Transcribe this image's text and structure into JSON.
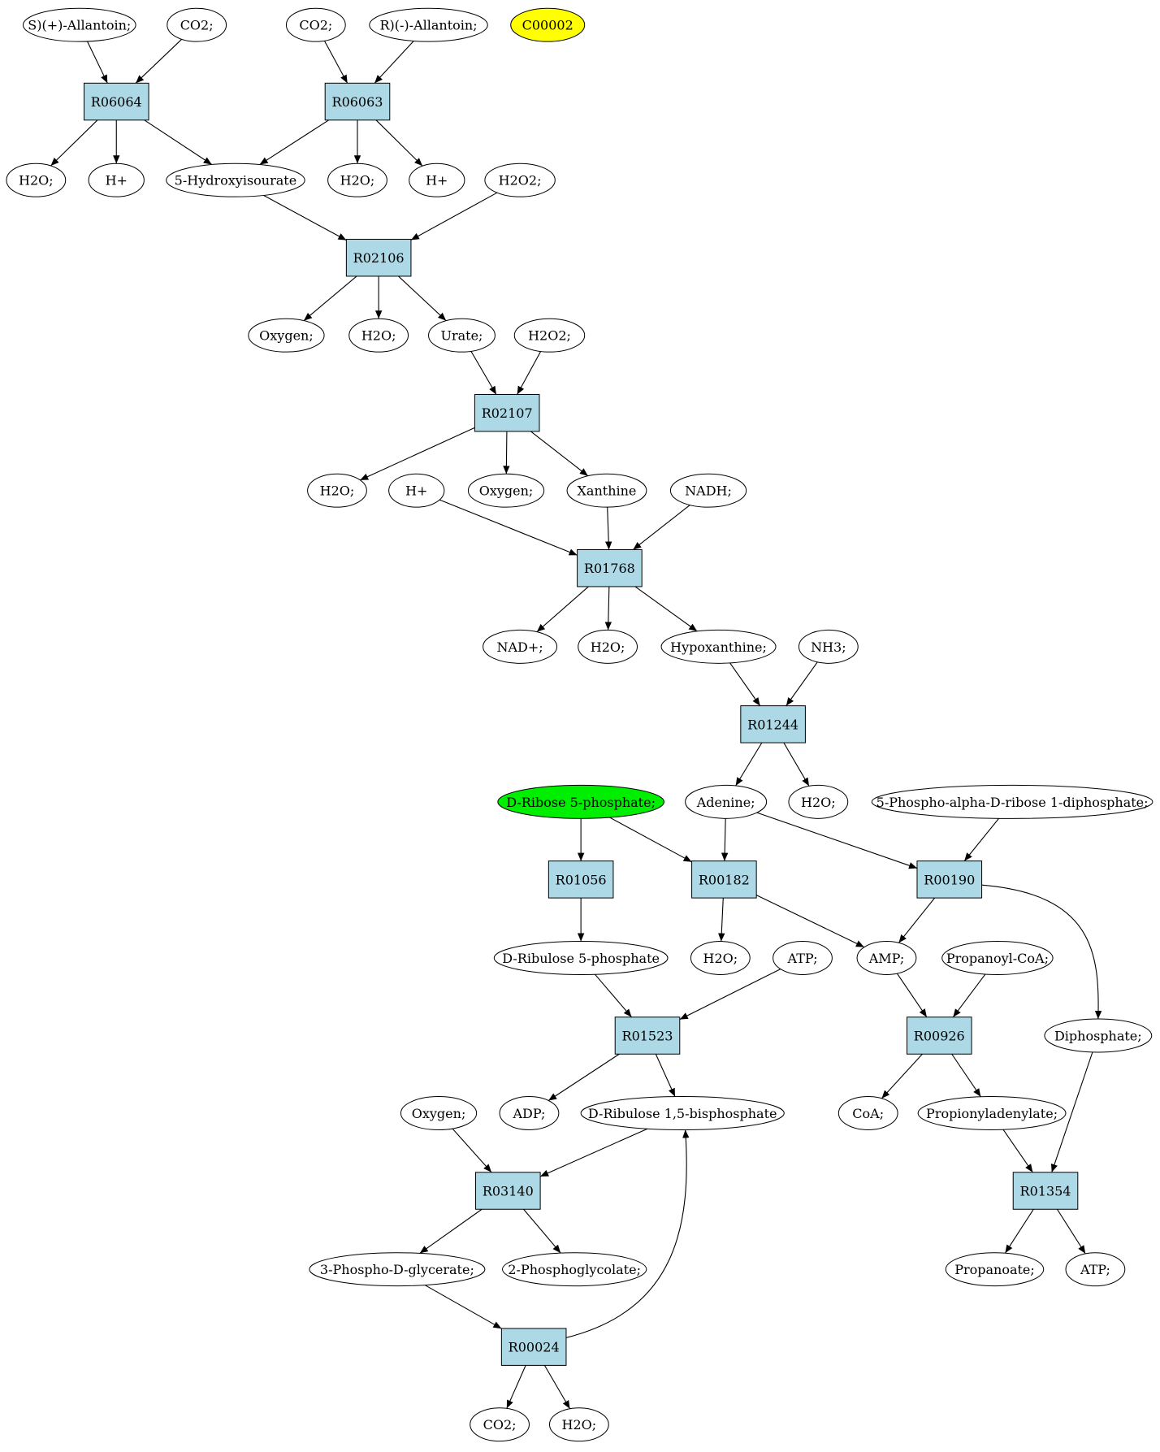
{
  "colors": {
    "reaction_fill": "#add8e6",
    "compound_fill": "#ffffff",
    "highlight_yellow": "#ffff00",
    "highlight_green": "#00ee00",
    "stroke": "#000000"
  },
  "reactions": [
    {
      "id": "r06064",
      "label": "R06064"
    },
    {
      "id": "r06063",
      "label": "R06063"
    },
    {
      "id": "r02106",
      "label": "R02106"
    },
    {
      "id": "r02107",
      "label": "R02107"
    },
    {
      "id": "r01768",
      "label": "R01768"
    },
    {
      "id": "r01244",
      "label": "R01244"
    },
    {
      "id": "r01056",
      "label": "R01056"
    },
    {
      "id": "r00182",
      "label": "R00182"
    },
    {
      "id": "r00190",
      "label": "R00190"
    },
    {
      "id": "r01523",
      "label": "R01523"
    },
    {
      "id": "r00926",
      "label": "R00926"
    },
    {
      "id": "r03140",
      "label": "R03140"
    },
    {
      "id": "r01354",
      "label": "R01354"
    },
    {
      "id": "r00024",
      "label": "R00024"
    }
  ],
  "compounds": [
    {
      "id": "s_allantoin",
      "label": "S)(+)-Allantoin;",
      "highlight": "none"
    },
    {
      "id": "co2_a",
      "label": "CO2;",
      "highlight": "none"
    },
    {
      "id": "co2_b",
      "label": "CO2;",
      "highlight": "none"
    },
    {
      "id": "r_allantoin",
      "label": "R)(-)-Allantoin;",
      "highlight": "none"
    },
    {
      "id": "c00002",
      "label": "C00002",
      "highlight": "yellow"
    },
    {
      "id": "h2o_a",
      "label": "H2O;",
      "highlight": "none"
    },
    {
      "id": "hplus_a",
      "label": "H+",
      "highlight": "none"
    },
    {
      "id": "hydroxyisourate",
      "label": "5-Hydroxyisourate",
      "highlight": "none"
    },
    {
      "id": "h2o_b",
      "label": "H2O;",
      "highlight": "none"
    },
    {
      "id": "hplus_b",
      "label": "H+",
      "highlight": "none"
    },
    {
      "id": "h2o2_a",
      "label": "H2O2;",
      "highlight": "none"
    },
    {
      "id": "oxygen_a",
      "label": "Oxygen;",
      "highlight": "none"
    },
    {
      "id": "h2o_c",
      "label": "H2O;",
      "highlight": "none"
    },
    {
      "id": "urate",
      "label": "Urate;",
      "highlight": "none"
    },
    {
      "id": "h2o2_b",
      "label": "H2O2;",
      "highlight": "none"
    },
    {
      "id": "h2o_d",
      "label": "H2O;",
      "highlight": "none"
    },
    {
      "id": "hplus_c",
      "label": "H+",
      "highlight": "none"
    },
    {
      "id": "oxygen_b",
      "label": "Oxygen;",
      "highlight": "none"
    },
    {
      "id": "xanthine",
      "label": "Xanthine",
      "highlight": "none"
    },
    {
      "id": "nadh",
      "label": "NADH;",
      "highlight": "none"
    },
    {
      "id": "nadplus",
      "label": "NAD+;",
      "highlight": "none"
    },
    {
      "id": "h2o_e",
      "label": "H2O;",
      "highlight": "none"
    },
    {
      "id": "hypoxanthine",
      "label": "Hypoxanthine;",
      "highlight": "none"
    },
    {
      "id": "nh3",
      "label": "NH3;",
      "highlight": "none"
    },
    {
      "id": "ribose5p",
      "label": "D-Ribose 5-phosphate;",
      "highlight": "green"
    },
    {
      "id": "adenine",
      "label": "Adenine;",
      "highlight": "none"
    },
    {
      "id": "h2o_f",
      "label": "H2O;",
      "highlight": "none"
    },
    {
      "id": "prpp",
      "label": "5-Phospho-alpha-D-ribose 1-diphosphate;",
      "highlight": "none"
    },
    {
      "id": "ribulose5p",
      "label": "D-Ribulose 5-phosphate",
      "highlight": "none"
    },
    {
      "id": "h2o_g",
      "label": "H2O;",
      "highlight": "none"
    },
    {
      "id": "atp_a",
      "label": "ATP;",
      "highlight": "none"
    },
    {
      "id": "amp",
      "label": "AMP;",
      "highlight": "none"
    },
    {
      "id": "propanoylcoa",
      "label": "Propanoyl-CoA;",
      "highlight": "none"
    },
    {
      "id": "diphosphate",
      "label": "Diphosphate;",
      "highlight": "none"
    },
    {
      "id": "oxygen_c",
      "label": "Oxygen;",
      "highlight": "none"
    },
    {
      "id": "adp",
      "label": "ADP;",
      "highlight": "none"
    },
    {
      "id": "ribulose15bp",
      "label": "D-Ribulose 1,5-bisphosphate",
      "highlight": "none"
    },
    {
      "id": "coa",
      "label": "CoA;",
      "highlight": "none"
    },
    {
      "id": "propionyladenylate",
      "label": "Propionyladenylate;",
      "highlight": "none"
    },
    {
      "id": "phosphoglycerate",
      "label": "3-Phospho-D-glycerate;",
      "highlight": "none"
    },
    {
      "id": "phosphoglycolate",
      "label": "2-Phosphoglycolate;",
      "highlight": "none"
    },
    {
      "id": "propanoate",
      "label": "Propanoate;",
      "highlight": "none"
    },
    {
      "id": "atp_b",
      "label": "ATP;",
      "highlight": "none"
    },
    {
      "id": "co2_c",
      "label": "CO2;",
      "highlight": "none"
    },
    {
      "id": "h2o_h",
      "label": "H2O;",
      "highlight": "none"
    }
  ],
  "edges": [
    {
      "from": "s_allantoin",
      "to": "r06064"
    },
    {
      "from": "co2_a",
      "to": "r06064"
    },
    {
      "from": "co2_b",
      "to": "r06063"
    },
    {
      "from": "r_allantoin",
      "to": "r06063"
    },
    {
      "from": "r06064",
      "to": "h2o_a"
    },
    {
      "from": "r06064",
      "to": "hplus_a"
    },
    {
      "from": "r06064",
      "to": "hydroxyisourate"
    },
    {
      "from": "r06063",
      "to": "hydroxyisourate"
    },
    {
      "from": "r06063",
      "to": "h2o_b"
    },
    {
      "from": "r06063",
      "to": "hplus_b"
    },
    {
      "from": "hydroxyisourate",
      "to": "r02106"
    },
    {
      "from": "h2o2_a",
      "to": "r02106"
    },
    {
      "from": "r02106",
      "to": "oxygen_a"
    },
    {
      "from": "r02106",
      "to": "h2o_c"
    },
    {
      "from": "r02106",
      "to": "urate"
    },
    {
      "from": "urate",
      "to": "r02107"
    },
    {
      "from": "h2o2_b",
      "to": "r02107"
    },
    {
      "from": "r02107",
      "to": "h2o_d"
    },
    {
      "from": "r02107",
      "to": "oxygen_b"
    },
    {
      "from": "r02107",
      "to": "xanthine"
    },
    {
      "from": "hplus_c",
      "to": "r01768"
    },
    {
      "from": "xanthine",
      "to": "r01768"
    },
    {
      "from": "nadh",
      "to": "r01768"
    },
    {
      "from": "r01768",
      "to": "nadplus"
    },
    {
      "from": "r01768",
      "to": "h2o_e"
    },
    {
      "from": "r01768",
      "to": "hypoxanthine"
    },
    {
      "from": "hypoxanthine",
      "to": "r01244"
    },
    {
      "from": "nh3",
      "to": "r01244"
    },
    {
      "from": "r01244",
      "to": "adenine"
    },
    {
      "from": "r01244",
      "to": "h2o_f"
    },
    {
      "from": "ribose5p",
      "to": "r01056"
    },
    {
      "from": "ribose5p",
      "to": "r00182"
    },
    {
      "from": "adenine",
      "to": "r00182"
    },
    {
      "from": "adenine",
      "to": "r00190"
    },
    {
      "from": "prpp",
      "to": "r00190"
    },
    {
      "from": "r01056",
      "to": "ribulose5p"
    },
    {
      "from": "r00182",
      "to": "h2o_g"
    },
    {
      "from": "r00182",
      "to": "amp"
    },
    {
      "from": "r00190",
      "to": "amp"
    },
    {
      "from": "r00190",
      "to": "diphosphate",
      "curve": true
    },
    {
      "from": "ribulose5p",
      "to": "r01523"
    },
    {
      "from": "atp_a",
      "to": "r01523"
    },
    {
      "from": "amp",
      "to": "r00926"
    },
    {
      "from": "propanoylcoa",
      "to": "r00926"
    },
    {
      "from": "r01523",
      "to": "adp"
    },
    {
      "from": "r01523",
      "to": "ribulose15bp"
    },
    {
      "from": "r00926",
      "to": "coa"
    },
    {
      "from": "r00926",
      "to": "propionyladenylate"
    },
    {
      "from": "oxygen_c",
      "to": "r03140"
    },
    {
      "from": "ribulose15bp",
      "to": "r03140"
    },
    {
      "from": "propionyladenylate",
      "to": "r01354"
    },
    {
      "from": "diphosphate",
      "to": "r01354"
    },
    {
      "from": "r03140",
      "to": "phosphoglycerate"
    },
    {
      "from": "r03140",
      "to": "phosphoglycolate"
    },
    {
      "from": "r01354",
      "to": "propanoate"
    },
    {
      "from": "r01354",
      "to": "atp_b"
    },
    {
      "from": "phosphoglycerate",
      "to": "r00024"
    },
    {
      "from": "r00024",
      "to": "co2_c"
    },
    {
      "from": "r00024",
      "to": "h2o_h"
    },
    {
      "from": "r00024",
      "to": "ribulose15bp",
      "curve": true
    }
  ]
}
